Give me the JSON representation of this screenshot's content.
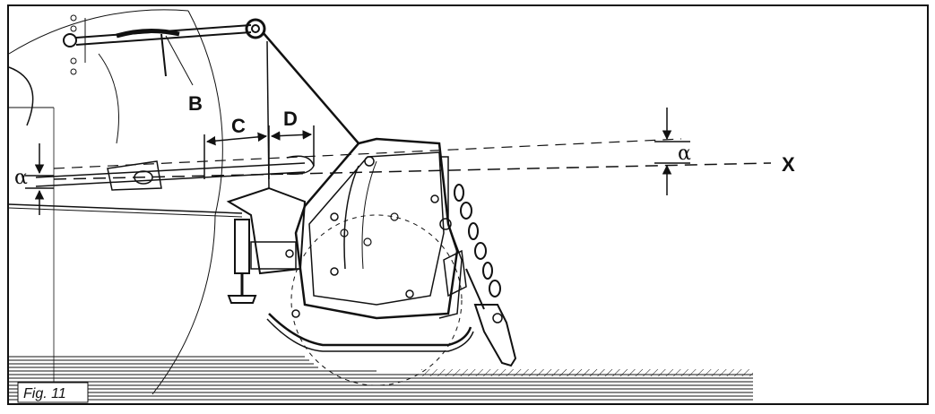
{
  "figure": {
    "caption": "Fig. 11",
    "labels": {
      "b": "B",
      "c": "C",
      "d": "D",
      "x": "X",
      "alpha_left": "α",
      "alpha_right": "α"
    }
  },
  "colors": {
    "ink": "#111111",
    "paper": "#ffffff"
  }
}
